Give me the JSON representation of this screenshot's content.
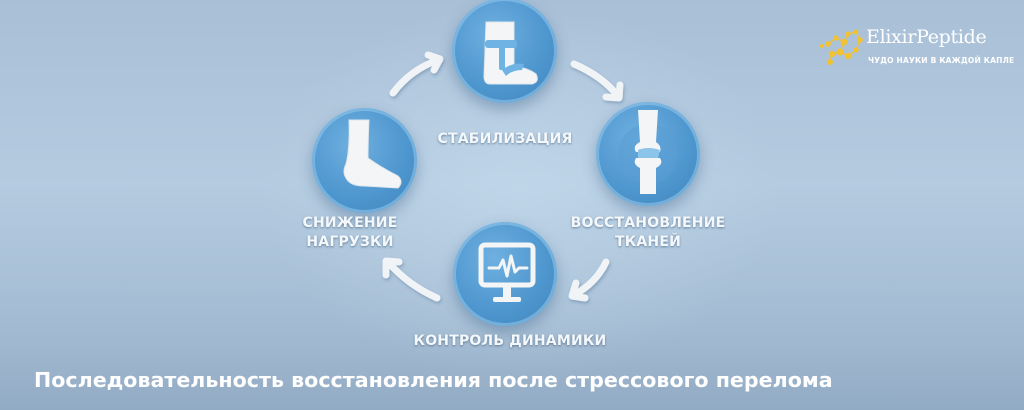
{
  "brand": {
    "name": "ElixirPeptide",
    "tagline": "ЧУДО НАУКИ В КАЖДОЙ КАПЛЕ",
    "logo_icon": "molecule-icon",
    "logo_color": "#f2c230"
  },
  "diagram": {
    "type": "cycle",
    "steps": [
      {
        "id": "stabilization",
        "label": "СТАБИЛИЗАЦИЯ",
        "icon": "ankle-brace-icon"
      },
      {
        "id": "tissue-recovery",
        "line1": "ВОССТАНОВЛЕНИЕ",
        "line2": "ТКАНЕЙ",
        "icon": "knee-joint-icon"
      },
      {
        "id": "monitoring",
        "label": "КОНТРОЛЬ ДИНАМИКИ",
        "icon": "monitor-pulse-icon"
      },
      {
        "id": "load-reduction",
        "line1": "СНИЖЕНИЕ",
        "line2": "НАГРУЗКИ",
        "icon": "foot-icon"
      }
    ],
    "arrow_direction": "clockwise",
    "node_color": "#4f97cf",
    "icon_color": "#f3f5f7"
  },
  "caption": "Последовательность восстановления после стрессового перелома"
}
